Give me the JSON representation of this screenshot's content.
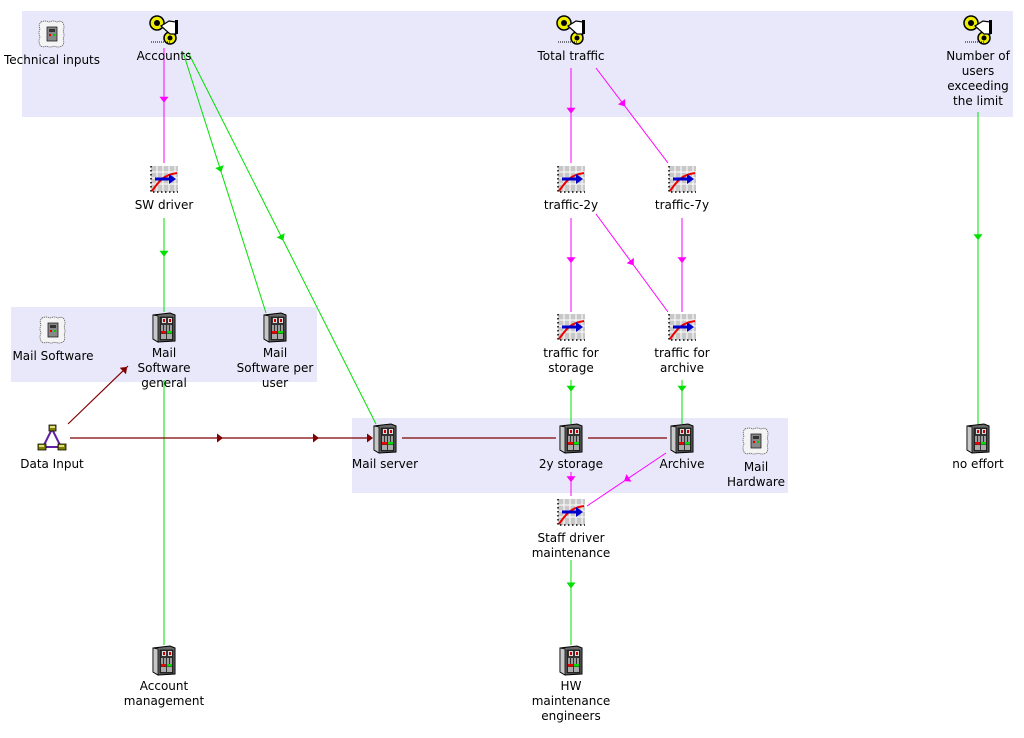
{
  "groups": [
    {
      "id": "technical-inputs-group",
      "name": "Technical inputs"
    },
    {
      "id": "mail-software-group",
      "name": "Mail Software"
    },
    {
      "id": "mail-hardware-group",
      "name": "Mail Hardware"
    }
  ],
  "nodes": {
    "technical_inputs": {
      "label": "Technical inputs",
      "icon": "module-folder-icon"
    },
    "accounts": {
      "label": "Accounts",
      "icon": "input-dial-hand-icon"
    },
    "total_traffic": {
      "label": "Total traffic",
      "icon": "input-dial-hand-icon"
    },
    "users_exceeding": {
      "label": "Number of users exceeding the limit",
      "icon": "input-dial-hand-icon"
    },
    "sw_driver": {
      "label": "SW driver",
      "icon": "driver-chart-icon"
    },
    "traffic_2y": {
      "label": "traffic-2y",
      "icon": "driver-chart-icon"
    },
    "traffic_7y": {
      "label": "traffic-7y",
      "icon": "driver-chart-icon"
    },
    "mail_software": {
      "label": "Mail Software",
      "icon": "module-folder-icon"
    },
    "mail_software_general": {
      "label": "Mail Software general",
      "icon": "resource-cabinet-icon"
    },
    "mail_software_per_user": {
      "label": "Mail Software per user",
      "icon": "resource-cabinet-icon"
    },
    "traffic_storage": {
      "label": "traffic for storage",
      "icon": "driver-chart-icon"
    },
    "traffic_archive": {
      "label": "traffic for archive",
      "icon": "driver-chart-icon"
    },
    "data_input": {
      "label": "Data Input",
      "icon": "data-input-triangle-icon"
    },
    "mail_server": {
      "label": "Mail server",
      "icon": "resource-cabinet-icon"
    },
    "storage_2y": {
      "label": "2y storage",
      "icon": "resource-cabinet-icon"
    },
    "archive": {
      "label": "Archive",
      "icon": "resource-cabinet-icon"
    },
    "mail_hardware": {
      "label": "Mail Hardware",
      "icon": "module-folder-icon"
    },
    "no_effort": {
      "label": "no effort",
      "icon": "resource-cabinet-icon"
    },
    "staff_driver": {
      "label": "Staff driver maintenance",
      "icon": "driver-chart-icon"
    },
    "account_mgmt": {
      "label": "Account management",
      "icon": "resource-cabinet-icon"
    },
    "hw_engineers": {
      "label": "HW maintenance engineers",
      "icon": "resource-cabinet-icon"
    }
  },
  "edges": [
    {
      "from": "accounts",
      "to": "sw_driver",
      "type": "driver",
      "color": "#ff00ff"
    },
    {
      "from": "accounts",
      "to": "mail_software_per_user",
      "type": "flow",
      "color": "#00e000"
    },
    {
      "from": "accounts",
      "to": "mail_server",
      "type": "flow",
      "color": "#00e000"
    },
    {
      "from": "sw_driver",
      "to": "mail_software_general",
      "type": "flow",
      "color": "#00e000"
    },
    {
      "from": "mail_software_general",
      "to": "account_mgmt",
      "type": "flow",
      "color": "#00e000"
    },
    {
      "from": "total_traffic",
      "to": "traffic_2y",
      "type": "driver",
      "color": "#ff00ff"
    },
    {
      "from": "total_traffic",
      "to": "traffic_7y",
      "type": "driver",
      "color": "#ff00ff"
    },
    {
      "from": "traffic_2y",
      "to": "traffic_storage",
      "type": "driver",
      "color": "#ff00ff"
    },
    {
      "from": "traffic_2y",
      "to": "traffic_archive",
      "type": "driver",
      "color": "#ff00ff"
    },
    {
      "from": "traffic_7y",
      "to": "traffic_archive",
      "type": "driver",
      "color": "#ff00ff"
    },
    {
      "from": "traffic_storage",
      "to": "storage_2y",
      "type": "flow",
      "color": "#00e000"
    },
    {
      "from": "traffic_archive",
      "to": "archive",
      "type": "flow",
      "color": "#00e000"
    },
    {
      "from": "storage_2y",
      "to": "staff_driver",
      "type": "driver",
      "color": "#ff00ff"
    },
    {
      "from": "archive",
      "to": "staff_driver",
      "type": "driver",
      "color": "#ff00ff"
    },
    {
      "from": "staff_driver",
      "to": "hw_engineers",
      "type": "flow",
      "color": "#00e000"
    },
    {
      "from": "users_exceeding",
      "to": "no_effort",
      "type": "flow",
      "color": "#00e000"
    },
    {
      "from": "data_input",
      "to": "mail_software_general",
      "type": "data",
      "color": "#800000"
    },
    {
      "from": "data_input",
      "to": "mail_server",
      "type": "data",
      "color": "#800000"
    },
    {
      "from": "mail_server",
      "to": "storage_2y",
      "type": "data",
      "color": "#800000"
    },
    {
      "from": "storage_2y",
      "to": "archive",
      "type": "data",
      "color": "#800000"
    }
  ],
  "colors": {
    "group_fill": "#e8e8fa",
    "driver_edge": "#ff00ff",
    "flow_edge": "#00e000",
    "data_edge": "#800000"
  }
}
